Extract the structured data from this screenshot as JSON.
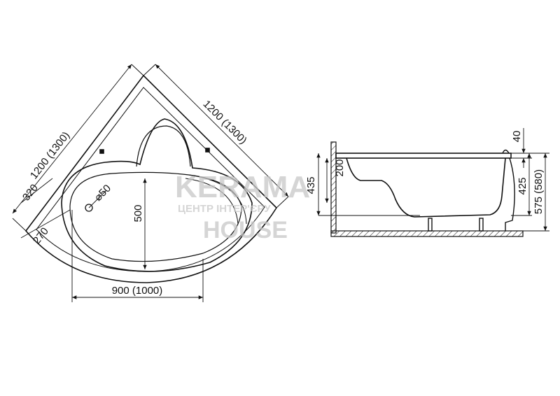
{
  "plan_view": {
    "side_left_label": "1200 (1300)",
    "side_right_label": "1200 (1300)",
    "offset_320_label": "320",
    "offset_270_label": "270",
    "drain_label": "⌀50",
    "depth_label": "500",
    "width_label": "900 (1000)"
  },
  "side_view": {
    "seat_label": "200",
    "inner_height_label": "435",
    "rim_label": "40",
    "depth_label": "425",
    "total_height_label": "575 (580)"
  },
  "watermark": {
    "brand": "KERAMA",
    "brand_line2": "HOUSE",
    "tagline": "ЦЕНТР ІНТЕР'ЄРУ"
  }
}
